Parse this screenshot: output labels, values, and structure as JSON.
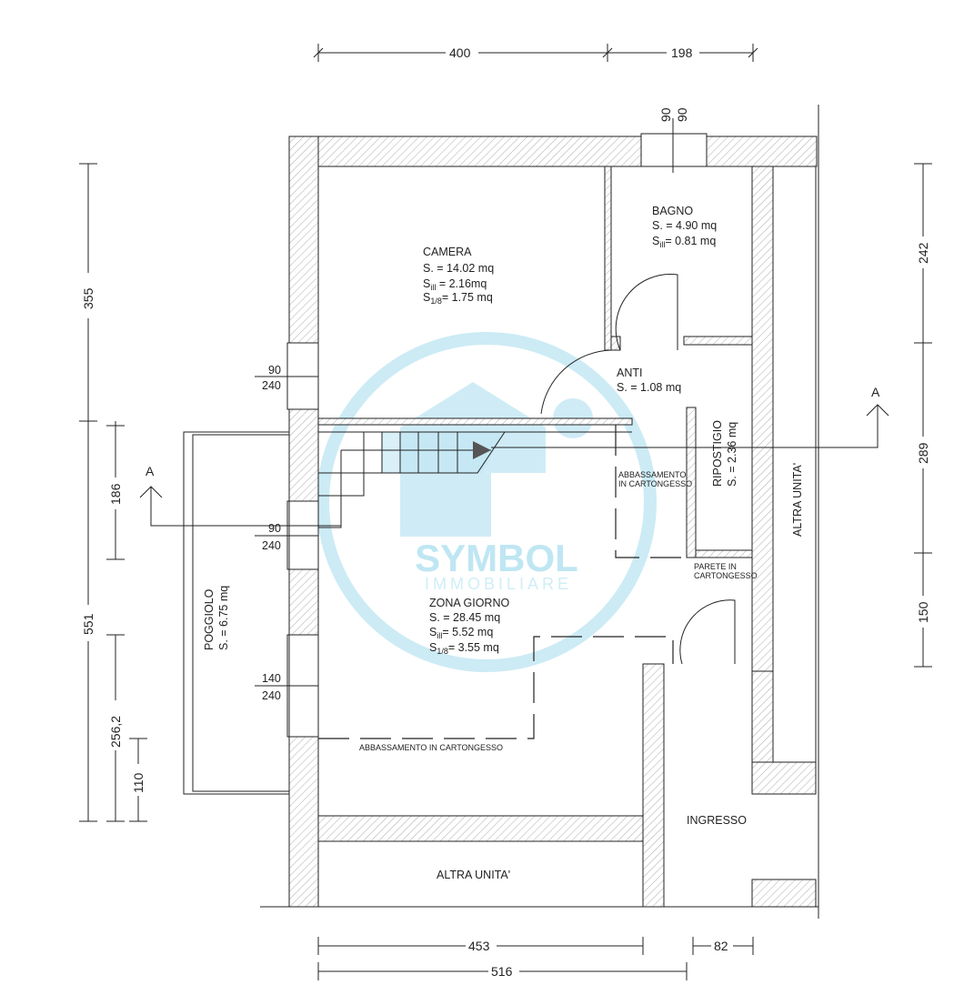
{
  "rooms": {
    "camera": {
      "name": "CAMERA",
      "lines": [
        {
          "s": "S.",
          "sub": "",
          "v": " = 14.02 mq"
        },
        {
          "s": "S",
          "sub": "ill",
          "v": " = 2.16mq"
        },
        {
          "s": "S",
          "sub": "1/8",
          "v": "= 1.75 mq"
        }
      ]
    },
    "bagno": {
      "name": "BAGNO",
      "lines": [
        {
          "s": "S.",
          "sub": "",
          "v": " = 4.90 mq"
        },
        {
          "s": "S",
          "sub": "ill",
          "v": "= 0.81 mq"
        }
      ]
    },
    "anti": {
      "name": "ANTI",
      "lines": [
        {
          "s": "S.",
          "sub": "",
          "v": " = 1.08 mq"
        }
      ]
    },
    "ripostigio": {
      "name": "RIPOSTIGIO",
      "area": "S. = 2.36 mq"
    },
    "zona_giorno": {
      "name": "ZONA GIORNO",
      "lines": [
        {
          "s": "S.",
          "sub": "",
          "v": " = 28.45 mq"
        },
        {
          "s": "S",
          "sub": "ill",
          "v": "= 5.52 mq"
        },
        {
          "s": "S",
          "sub": "1/8",
          "v": "= 3.55 mq"
        }
      ]
    },
    "poggiolo": {
      "name": "POGGIOLO",
      "area": "S. = 6.75 mq"
    },
    "ingresso": {
      "name": "INGRESSO"
    },
    "altra_unita_right": {
      "name": "ALTRA UNITA'"
    },
    "altra_unita_bottom": {
      "name": "ALTRA UNITA'"
    }
  },
  "notes": {
    "abbassamento_1": [
      "ABBASSAMENTO",
      "IN CARTONGESSO"
    ],
    "abbassamento_2": "ABBASSAMENTO IN CARTONGESSO",
    "parete": [
      "PARETE IN",
      "CARTONGESSO"
    ]
  },
  "windows": [
    {
      "w": "90",
      "h": "240"
    },
    {
      "w": "90",
      "h": "240"
    },
    {
      "w": "140",
      "h": "240"
    }
  ],
  "dimensions": {
    "top": [
      "400",
      "198"
    ],
    "vent": [
      "90",
      "90"
    ],
    "left_outer": [
      "355",
      "551"
    ],
    "left_inner": [
      "186",
      "256,2",
      "110"
    ],
    "right": [
      "242",
      "289",
      "150"
    ],
    "bottom": [
      "453",
      "82",
      "516"
    ]
  },
  "section_marks": [
    "A",
    "A"
  ],
  "watermark": {
    "brand": "SYMBOL",
    "sub": "IMMOBILIARE"
  }
}
